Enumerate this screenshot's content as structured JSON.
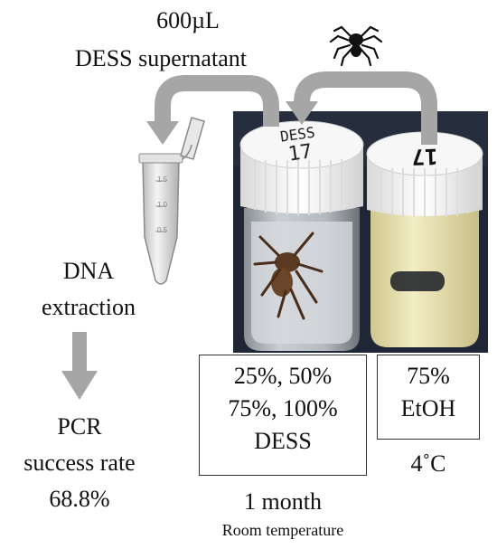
{
  "header": {
    "volume": "600µL",
    "sample": "DESS supernatant"
  },
  "left": {
    "extraction": [
      "DNA",
      "extraction"
    ],
    "result": [
      "PCR",
      "success rate",
      "68.8%"
    ]
  },
  "photo": {
    "vial_left_label": [
      "DESS",
      "17"
    ],
    "vial_right_label": "17"
  },
  "tube_marks": [
    "1.5",
    "1.0",
    "0.5"
  ],
  "dess_box": [
    "25%, 50%",
    "75%, 100%",
    "DESS"
  ],
  "etoh_box": [
    "75%",
    "EtOH"
  ],
  "etoh_temp": "4˚C",
  "dess_duration": "1 month",
  "dess_temp": "Room temperature",
  "colors": {
    "arrow": "#a6a6a6",
    "photo_bg": "#1e2533",
    "liquid_ethanol": "#e9e4b6"
  }
}
